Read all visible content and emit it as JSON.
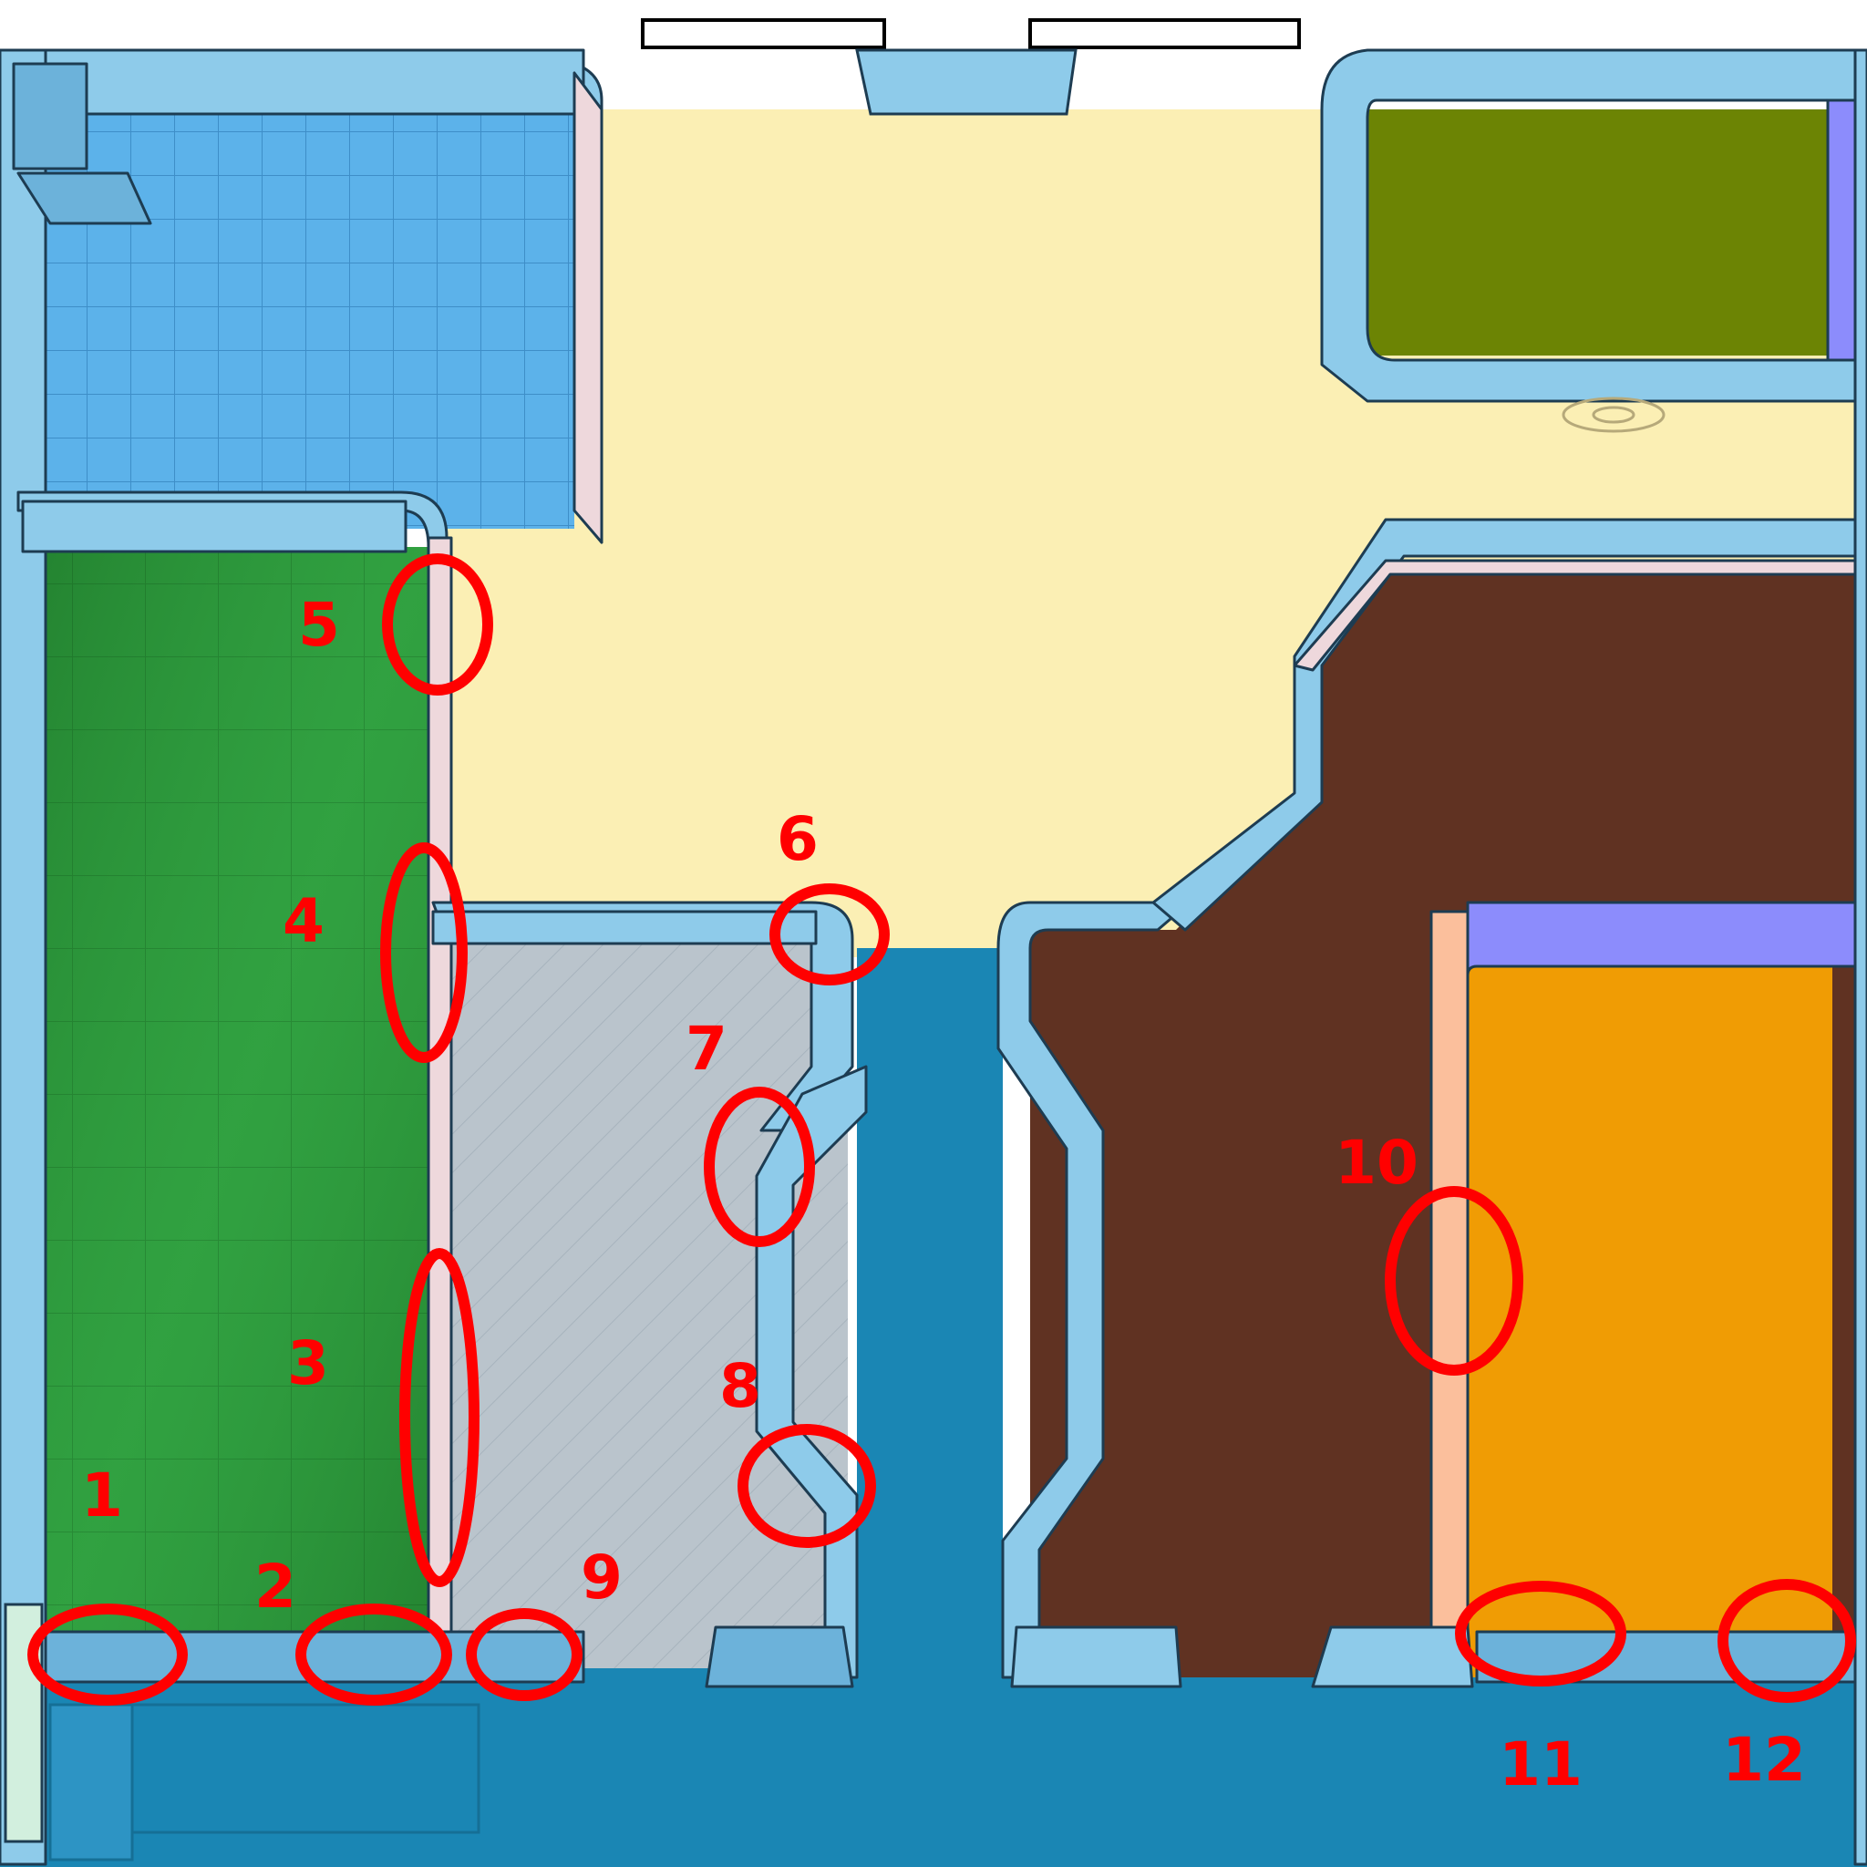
{
  "colors": {
    "outline": "#1d3c52",
    "wall_top": "#8ecbea",
    "wall_face": "#6cb2da",
    "wall_shade": "#4f9ccc",
    "wall_inner": "#eed8dc",
    "pool_tile": "#5cb2ea",
    "floor_cream": "#fbefb4",
    "green_floor": "#2c9a3c",
    "olive_floor": "#6c8404",
    "gray_floor": "#bac4cc",
    "brown_floor": "#603222",
    "orange_floor": "#f09c04",
    "lavender_wall": "#8c8cfc",
    "corridor": "#1a86b4",
    "orange_wall": "#fbbf9c",
    "marker": "#ff0000"
  },
  "markers": [
    {
      "id": "1",
      "label": "1"
    },
    {
      "id": "2",
      "label": "2"
    },
    {
      "id": "3",
      "label": "3"
    },
    {
      "id": "4",
      "label": "4"
    },
    {
      "id": "5",
      "label": "5"
    },
    {
      "id": "6",
      "label": "6"
    },
    {
      "id": "7",
      "label": "7"
    },
    {
      "id": "8",
      "label": "8"
    },
    {
      "id": "9",
      "label": "9"
    },
    {
      "id": "10",
      "label": "10"
    },
    {
      "id": "11",
      "label": "11"
    },
    {
      "id": "12",
      "label": "12"
    }
  ]
}
